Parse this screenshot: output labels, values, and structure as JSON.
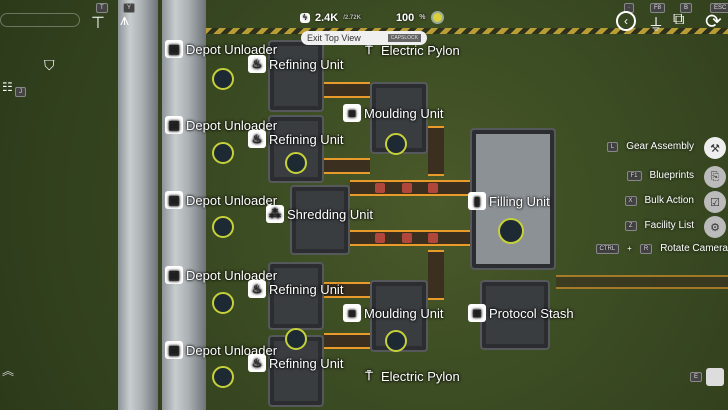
{
  "topbar": {
    "power": "2.4K",
    "power_max": "/2.72K",
    "percent": "100",
    "percent_unit": "%",
    "exit_label": "Exit Top View",
    "exit_key": "CAPSLOCK"
  },
  "top_keys": {
    "t": "T",
    "y": "Y",
    "back": "·",
    "f8": "F8",
    "b": "B",
    "esc": "ESC"
  },
  "left": {
    "j": "J"
  },
  "labels": {
    "depot": "Depot Unloader",
    "refining": "Refining Unit",
    "moulding": "Moulding Unit",
    "shredding": "Shredding Unit",
    "filling": "Filling Unit",
    "protocol": "Protocol Stash",
    "pylon": "Electric Pylon"
  },
  "hints": [
    {
      "key": "L",
      "label": "Gear Assembly"
    },
    {
      "key": "F1",
      "label": "Blueprints"
    },
    {
      "key": "X",
      "label": "Bulk Action"
    },
    {
      "key": "Z",
      "label": "Facility List"
    },
    {
      "key": "CTRL",
      "key2": "R",
      "plus": "+",
      "label": "Rotate Camera"
    }
  ],
  "corner_key": "E",
  "colors": {
    "belt": "#e89a2a",
    "grass": "#3a4a22"
  }
}
